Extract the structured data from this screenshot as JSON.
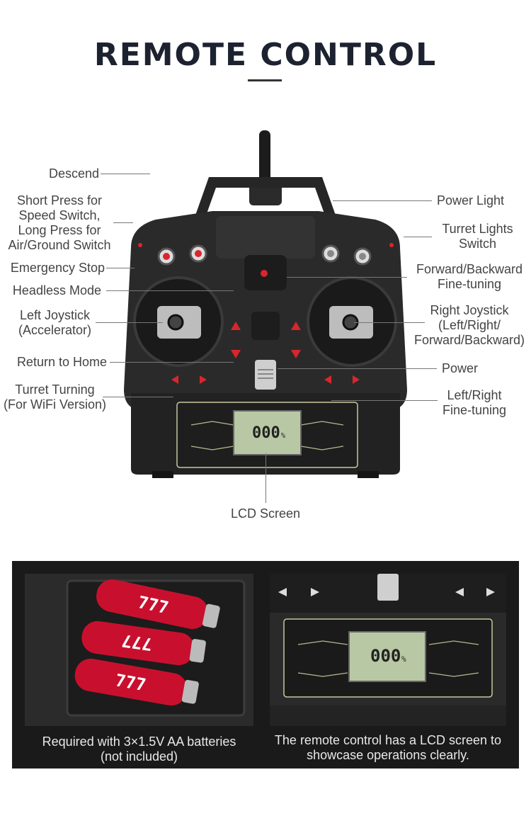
{
  "title": "REMOTE CONTROL",
  "labels": {
    "descend": "Descend",
    "short_press_line1": "Short Press for",
    "short_press_line2": "Speed Switch,",
    "short_press_line3": "Long Press for",
    "short_press_line4": "Air/Ground Switch",
    "emergency_stop": "Emergency Stop",
    "headless_mode": "Headless Mode",
    "left_joystick_line1": "Left Joystick",
    "left_joystick_line2": "(Accelerator)",
    "return_to_home": "Return to Home",
    "turret_turning_line1": "Turret Turning",
    "turret_turning_line2": "(For WiFi Version)",
    "power_light": "Power Light",
    "turret_lights_line1": "Turret Lights",
    "turret_lights_line2": "Switch",
    "fine_tuning_fb_line1": "Forward/Backward",
    "fine_tuning_fb_line2": "Fine-tuning",
    "right_joystick_line1": "Right Joystick",
    "right_joystick_line2": "(Left/Right/",
    "right_joystick_line3": "Forward/Backward)",
    "power": "Power",
    "fine_tuning_lr_line1": "Left/Right",
    "fine_tuning_lr_line2": "Fine-tuning",
    "lcd_screen": "LCD Screen"
  },
  "lcd": {
    "readout": "000",
    "unit": "%"
  },
  "battery_brand": "777",
  "captions": {
    "left_line1": "Required with 3×1.5V AA batteries",
    "left_line2": "(not included)",
    "right_line1": "The remote control has a LCD screen to",
    "right_line2": "showcase operations clearly."
  },
  "colors": {
    "title": "#1d2230",
    "body_shell": "#2a2a2a",
    "button_red": "#d9262c",
    "lcd_green": "#b9c8a4",
    "battery_red": "#c8102e"
  }
}
